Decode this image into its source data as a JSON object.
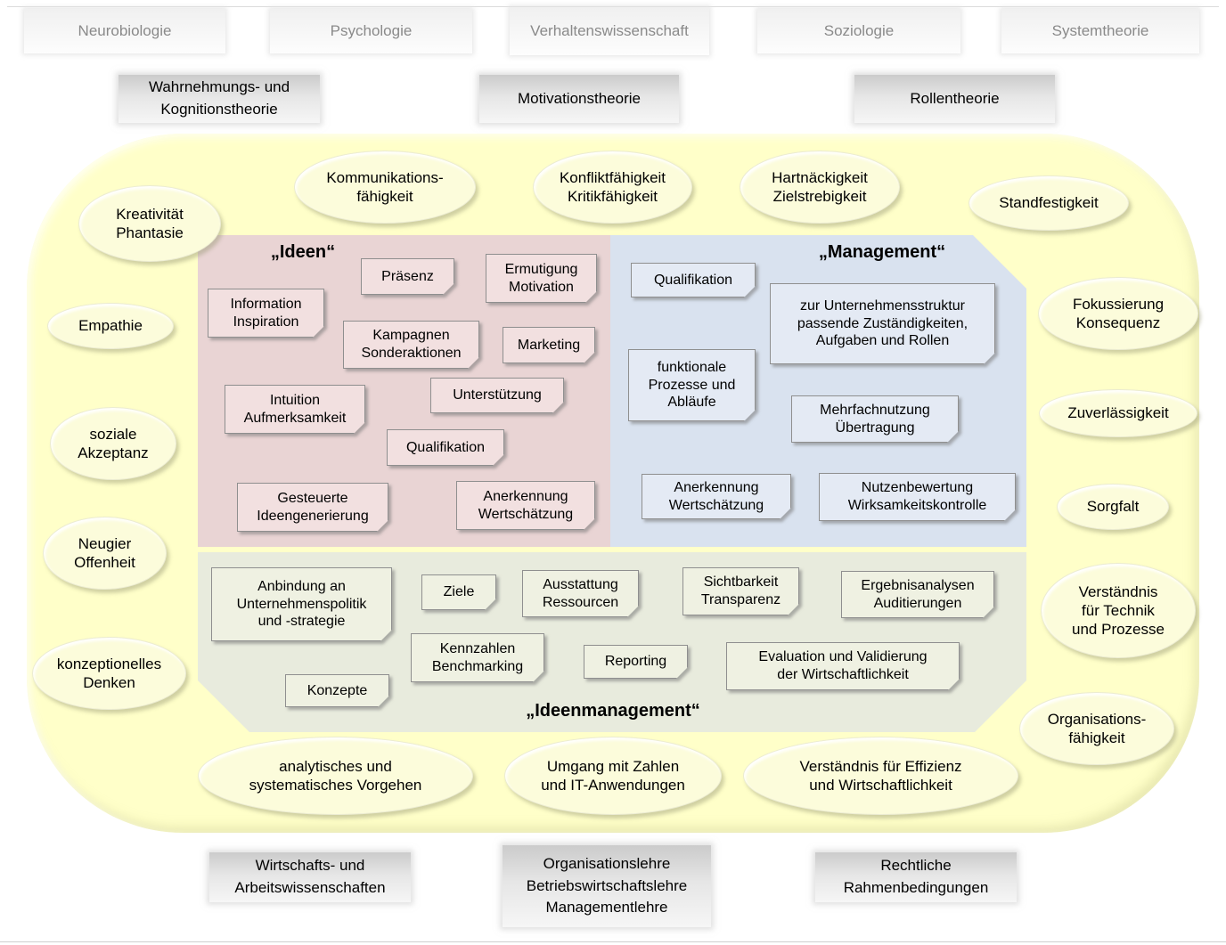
{
  "top_disciplines": [
    "Neurobiologie",
    "Psychologie",
    "Verhaltenswissenschaft",
    "Soziologie",
    "Systemtheorie"
  ],
  "theories": [
    "Wahrnehmungs- und\nKognitionstheorie",
    "Motivationstheorie",
    "Rollentheorie"
  ],
  "regions": {
    "ideen": {
      "title": "„Ideen“",
      "boxes": [
        "Präsenz",
        "Ermutigung\nMotivation",
        "Information\nInspiration",
        "Kampagnen\nSonderaktionen",
        "Marketing",
        "Intuition\nAufmerksamkeit",
        "Unterstützung",
        "Qualifikation",
        "Gesteuerte\nIdeengenerierung",
        "Anerkennung\nWertschätzung"
      ]
    },
    "management": {
      "title": "„Management“",
      "boxes": [
        "Qualifikation",
        "zur Unternehmensstruktur\npassende Zuständigkeiten,\nAufgaben und Rollen",
        "funktionale\nProzesse und\nAbläufe",
        "Mehrfachnutzung\nÜbertragung",
        "Anerkennung\nWertschätzung",
        "Nutzenbewertung\nWirksamkeitskontrolle"
      ]
    },
    "ideenmanagement": {
      "title": "„Ideenmanagement“",
      "boxes": [
        "Anbindung an\nUnternehmenspolitik\nund -strategie",
        "Ziele",
        "Ausstattung\nRessourcen",
        "Sichtbarkeit\nTransparenz",
        "Ergebnisanalysen\nAuditierungen",
        "Kennzahlen\nBenchmarking",
        "Reporting",
        "Evaluation und Validierung\nder Wirtschaftlichkeit",
        "Konzepte"
      ]
    }
  },
  "skills": [
    "Kreativität\nPhantasie",
    "Kommunikations-\nfähigkeit",
    "Konfliktfähigkeit\nKritikfähigkeit",
    "Hartnäckigkeit\nZielstrebigkeit",
    "Standfestigkeit",
    "Fokussierung\nKonsequenz",
    "Zuverlässigkeit",
    "Sorgfalt",
    "Verständnis\nfür Technik\nund Prozesse",
    "Organisations-\nfähigkeit",
    "Verständnis für Effizienz\nund Wirtschaftlichkeit",
    "Umgang mit Zahlen\nund IT-Anwendungen",
    "analytisches und\nsystematisches Vorgehen",
    "konzeptionelles\nDenken",
    "Neugier\nOffenheit",
    "soziale\nAkzeptanz",
    "Empathie"
  ],
  "bottom_disciplines": [
    "Wirtschafts- und\nArbeitswissenschaften",
    "Organisationslehre\nBetriebswirtschaftslehre\nManagementlehre",
    "Rechtliche\nRahmenbedingungen"
  ],
  "colors": {
    "field_yellow": "#FFFFC9",
    "region_ideen_pink": "#E9D4D4",
    "region_management_blue": "#D9E2EF",
    "region_ideenmanagement_green": "#E8EBDD",
    "ellipse_fill": "#FCFCDB"
  }
}
